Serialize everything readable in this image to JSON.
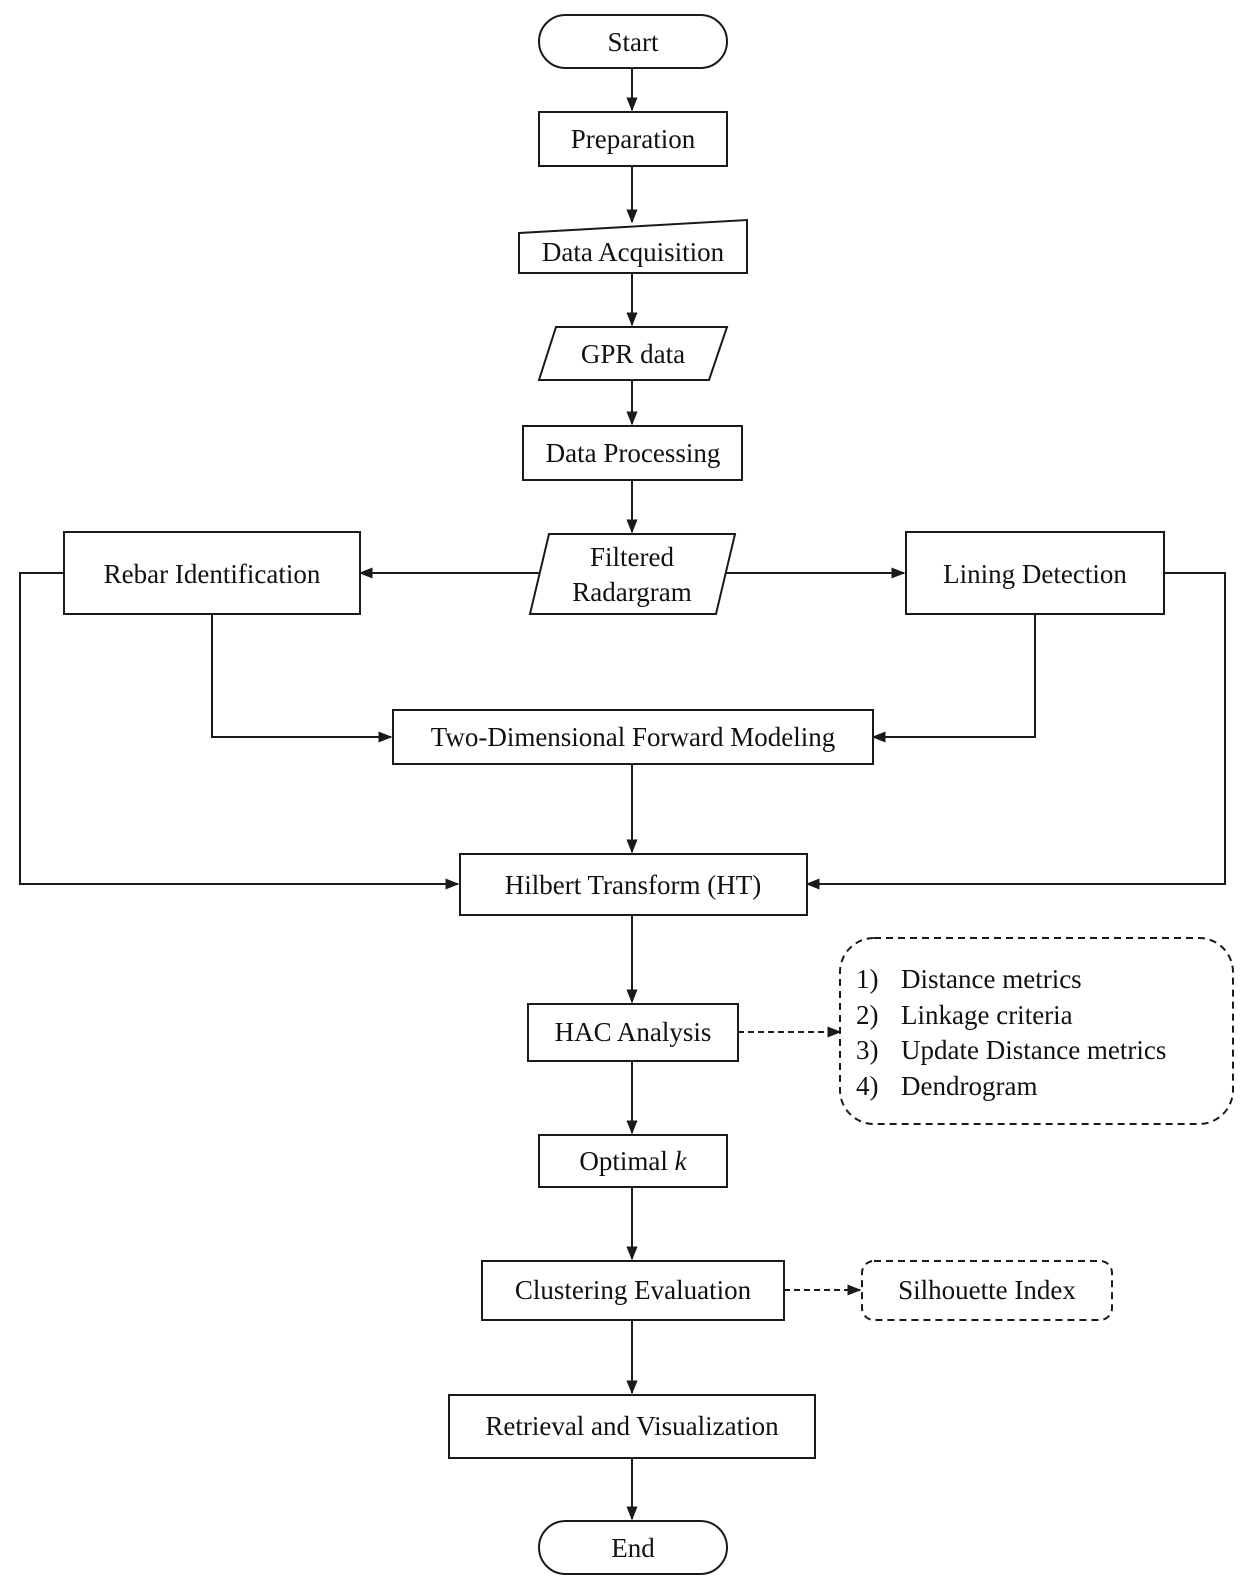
{
  "nodes": {
    "start": "Start",
    "preparation": "Preparation",
    "data_acquisition": "Data Acquisition",
    "gpr_data": "GPR data",
    "data_processing": "Data Processing",
    "filtered_radargram_line1": "Filtered",
    "filtered_radargram_line2": "Radargram",
    "rebar_identification": "Rebar Identification",
    "lining_detection": "Lining Detection",
    "forward_modeling": "Two-Dimensional Forward Modeling",
    "hilbert_transform": "Hilbert Transform (HT)",
    "hac_analysis": "HAC Analysis",
    "optimal_k_prefix": "Optimal ",
    "optimal_k_var": "k",
    "clustering_evaluation": "Clustering Evaluation",
    "retrieval_visualization": "Retrieval and Visualization",
    "end": "End"
  },
  "hac_steps": [
    {
      "num": "1)",
      "text": "Distance metrics"
    },
    {
      "num": "2)",
      "text": "Linkage criteria"
    },
    {
      "num": "3)",
      "text": "Update Distance metrics"
    },
    {
      "num": "4)",
      "text": "Dendrogram"
    }
  ],
  "silhouette_index": "Silhouette Index"
}
